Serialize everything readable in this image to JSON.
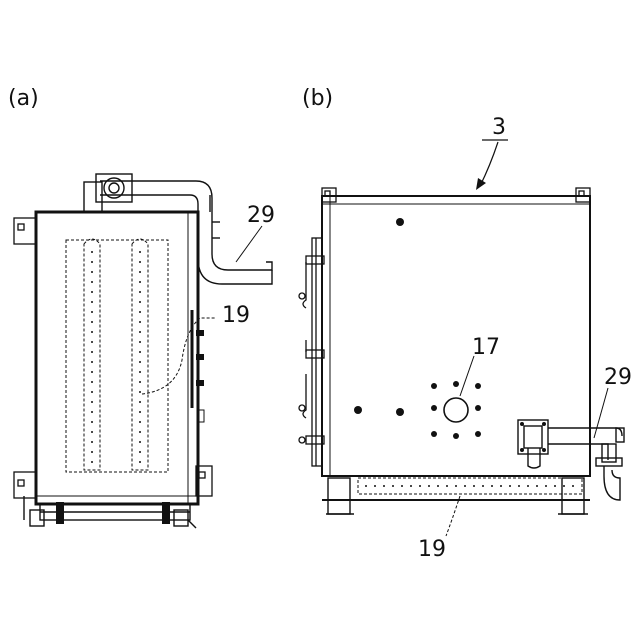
{
  "figure": {
    "panel_a": {
      "label": "(a)",
      "callouts": {
        "pipe": "29",
        "burner_tube": "19"
      }
    },
    "panel_b": {
      "label": "(b)",
      "callouts": {
        "unit": "3",
        "opening": "17",
        "pipe": "29",
        "burner_tube": "19"
      }
    }
  }
}
